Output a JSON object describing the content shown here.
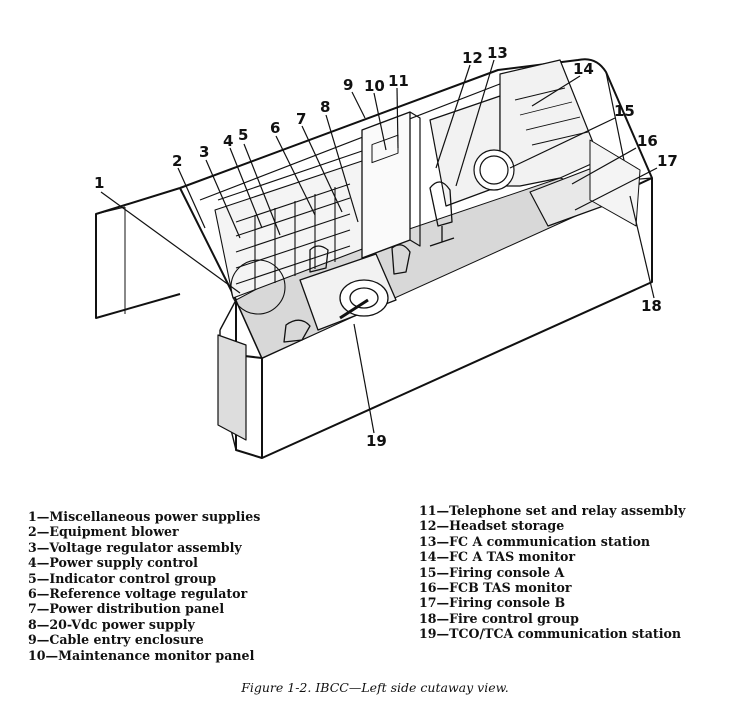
{
  "callouts": [
    "1",
    "2",
    "3",
    "4",
    "5",
    "6",
    "7",
    "8",
    "9",
    "10",
    "11",
    "12",
    "13",
    "14",
    "15",
    "16",
    "17",
    "18",
    "19"
  ],
  "legend_left": [
    "1—Miscellaneous power supplies",
    "2—Equipment blower",
    "3—Voltage regulator assembly",
    "4—Power supply control",
    "5—Indicator control group",
    "6—Reference voltage regulator",
    "7—Power distribution panel",
    "8—20-Vdc power supply",
    "9—Cable entry enclosure",
    "10—Maintenance monitor panel"
  ],
  "legend_right": [
    "11—Telephone set and relay assembly",
    "12—Headset storage",
    "13—FC A communication station",
    "14—FC A TAS monitor",
    "15—Firing console A",
    "16—FCB TAS monitor",
    "17—Firing console B",
    "18—Fire control group",
    "19—TCO/TCA communication station"
  ],
  "caption": "Figure 1-2.  IBCC—Left side cutaway view."
}
